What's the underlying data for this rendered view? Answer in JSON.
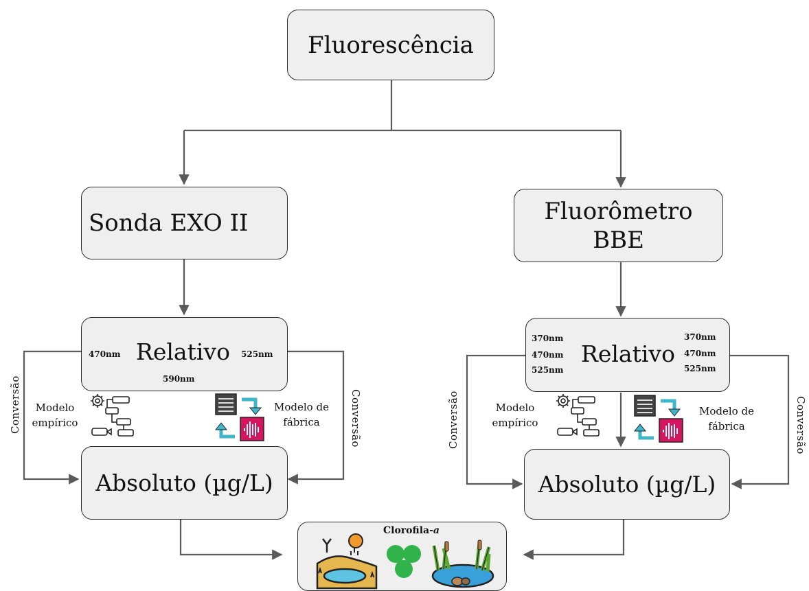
{
  "root": {
    "label": "Fluorescência"
  },
  "left": {
    "device": "Sonda EXO II",
    "relative": "Relativo",
    "wl_left": "470nm",
    "wl_right": "525nm",
    "wl_bottom": "590nm",
    "model_empirical": "Modelo empírico",
    "model_factory": "Modelo de fábrica",
    "conversion_left": "Conversão",
    "conversion_right": "Conversão",
    "absolute": "Absoluto (µg/L)"
  },
  "right": {
    "device_line1": "Fluorômetro",
    "device_line2": "BBE",
    "relative": "Relativo",
    "wl_left_1": "370nm",
    "wl_left_2": "470nm",
    "wl_left_3": "525nm",
    "wl_right_1": "370nm",
    "wl_right_2": "470nm",
    "wl_right_3": "525nm",
    "model_empirical": "Modelo empírico",
    "model_factory": "Modelo de fábrica",
    "conversion_left": "Conversão",
    "conversion_right": "Conversão",
    "absolute": "Absoluto (µg/L)"
  },
  "result": {
    "label": "Clorofila-",
    "label_italic": "a"
  },
  "icons": [
    "workflow-icon",
    "data-cycle-icon",
    "wetland-icon",
    "green-cells-icon",
    "pond-icon"
  ],
  "colors": {
    "box_fill": "#efefef",
    "line": "#5a5a5a",
    "accent_pink": "#d6145f",
    "accent_teal": "#3fb6c9",
    "cell_green": "#2fb34a",
    "sun_orange": "#f29a2e"
  }
}
